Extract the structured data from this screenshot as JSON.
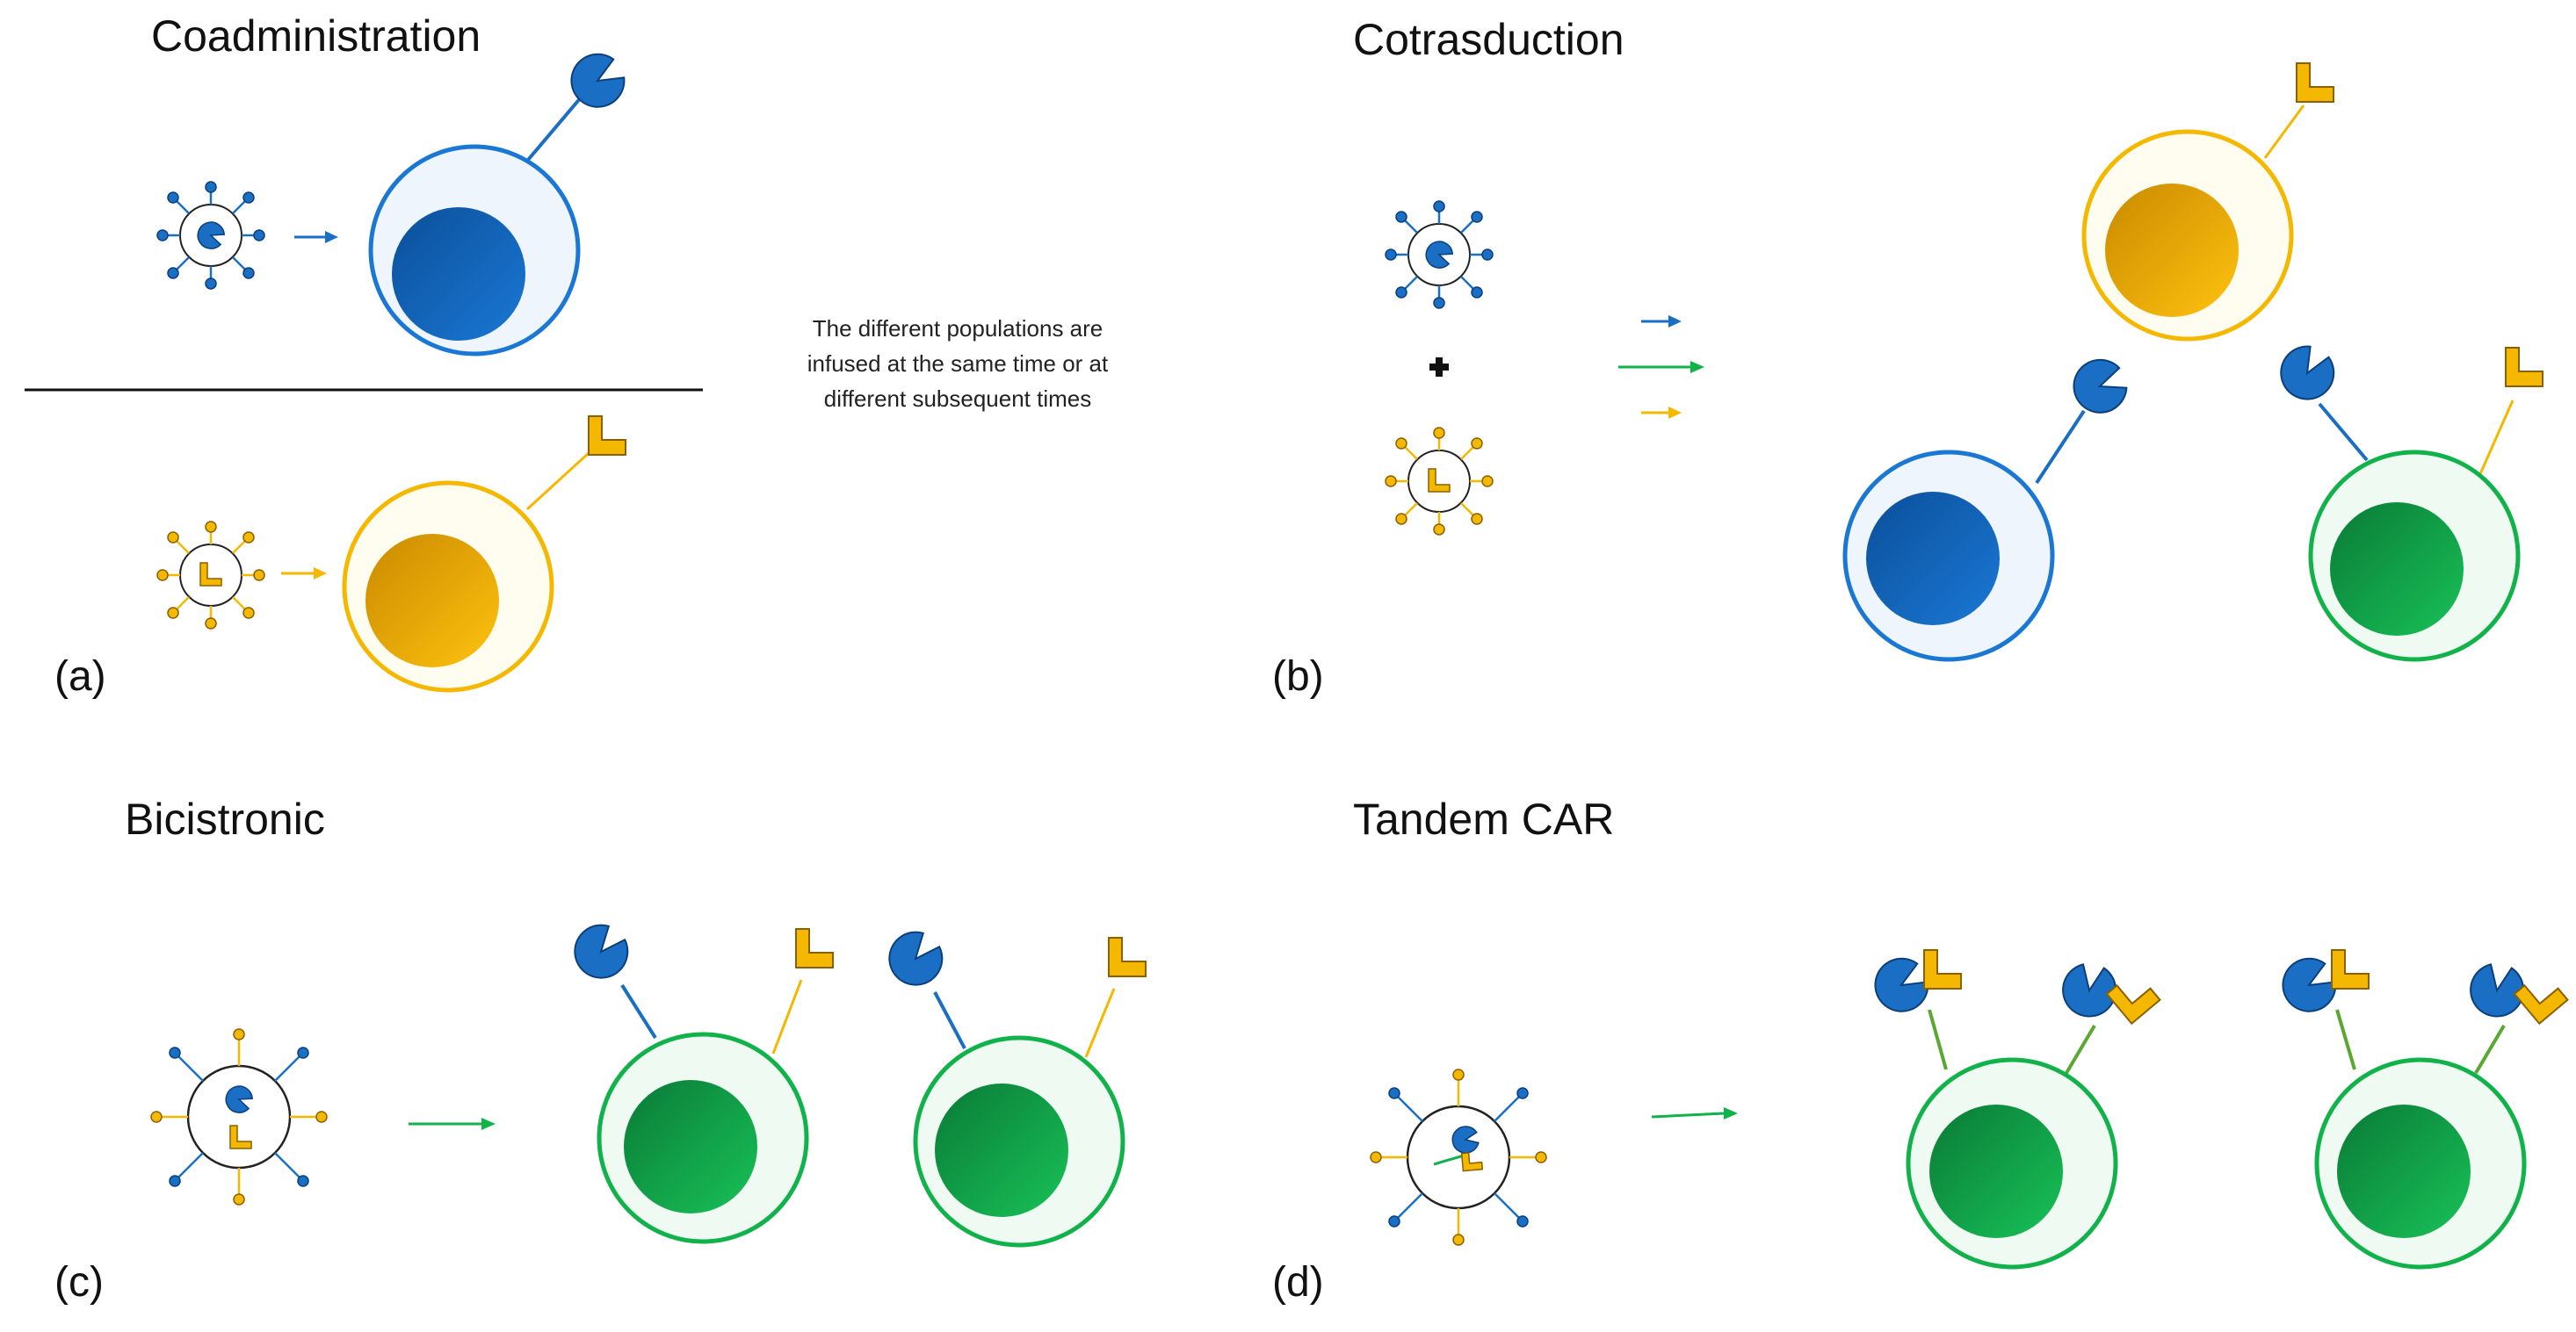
{
  "panels": {
    "a": {
      "title": "Coadministration",
      "label": "(a)"
    },
    "b": {
      "title": "Cotrasduction",
      "label": "(b)"
    },
    "c": {
      "title": "Bicistronic",
      "label": "(c)"
    },
    "d": {
      "title": "Tandem CAR",
      "label": "(d)"
    }
  },
  "note": {
    "line1": "The different populations are",
    "line2": "infused at the same time or at",
    "line3": "different subsequent times"
  },
  "colors": {
    "blue": "#1a6fc4",
    "blue_dark": "#0b4f9a",
    "yellow": "#f5b800",
    "yellow_dark": "#c98a00",
    "green": "#12b24a",
    "green_dark": "#0a7a36",
    "blue_halo": "#eef5fc",
    "yellow_halo": "#fffcf0",
    "green_halo": "#effaf3"
  },
  "icons": {
    "blue_receptor": "pacman-icon",
    "yellow_receptor": "l-block-icon",
    "vector": "viral-vector-icon",
    "plus": "plus-icon"
  }
}
